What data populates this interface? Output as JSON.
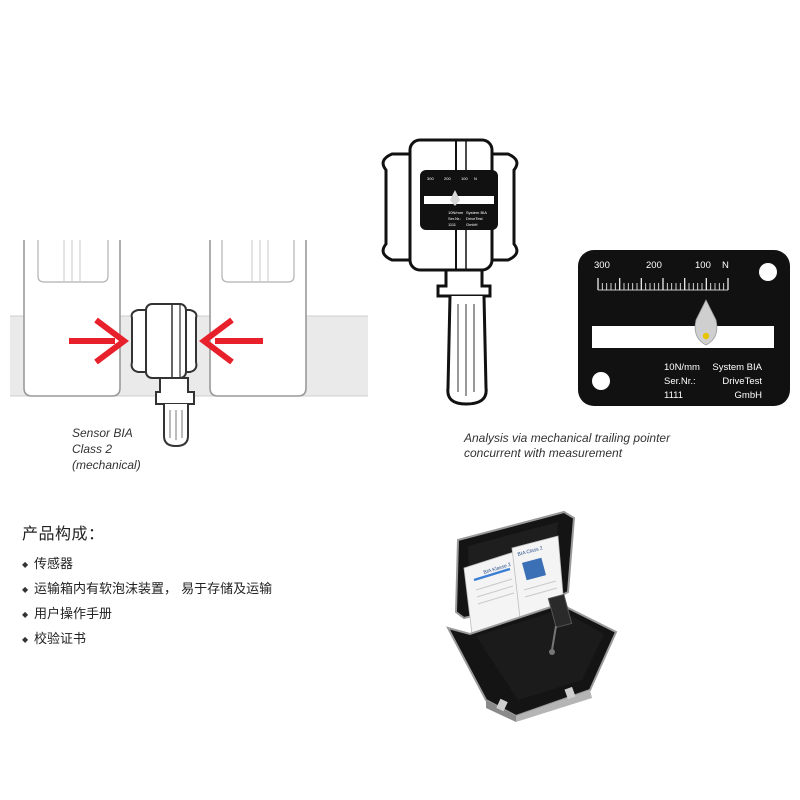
{
  "sensor_caption": [
    "Sensor BIA",
    "Class 2",
    "(mechanical)"
  ],
  "analysis_caption": [
    "Analysis via mechanical trailing pointer",
    "concurrent with measurement"
  ],
  "scale_plate": {
    "ticks": [
      "300",
      "200",
      "100",
      "N"
    ],
    "line1_left": "10N/mm",
    "line1_right": "System BIA",
    "line2_left": "Ser.Nr.:",
    "line2_right": "DriveTest",
    "line3_left": "1111",
    "line3_right": "GmbH"
  },
  "components": {
    "heading": "产品构成：",
    "items": [
      "传感器",
      "运输箱内有软泡沫装置，  易于存储及运输",
      "用户操作手册",
      "校验证书"
    ]
  },
  "case_documents": [
    "BIA Klasse 2",
    "BIA Class 2"
  ],
  "colors": {
    "arrow": "#e8202c",
    "plate": "#111111",
    "case": "#111111"
  },
  "icons": [
    "diamond-bullet-icon"
  ]
}
